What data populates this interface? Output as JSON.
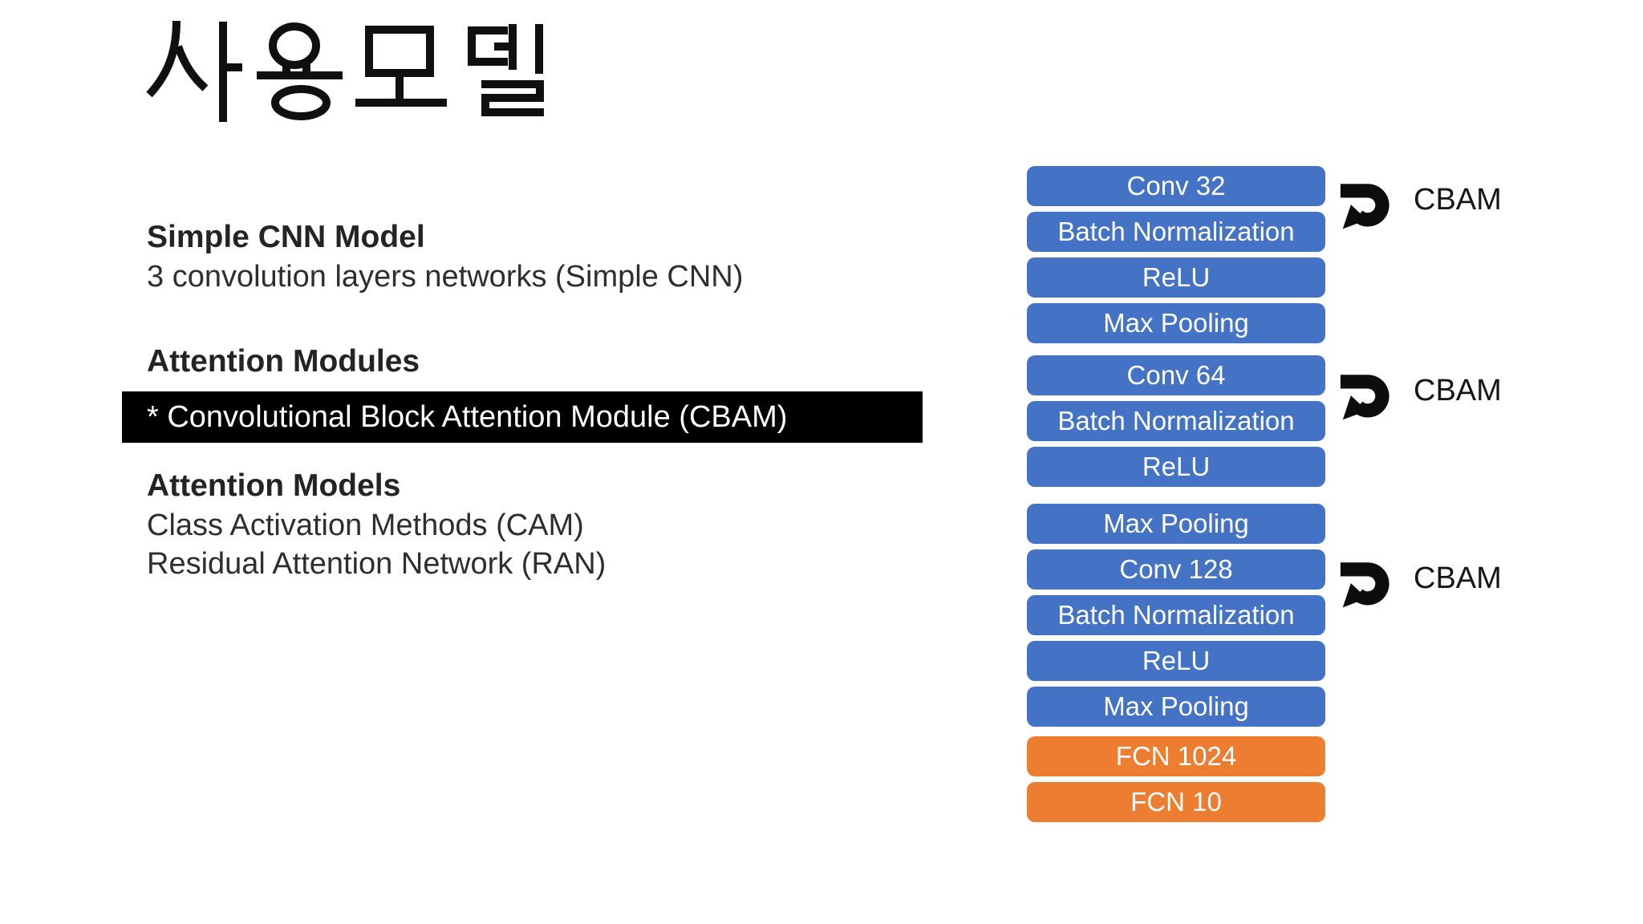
{
  "slide": {
    "title": "사용모델"
  },
  "sections": {
    "simple_cnn": {
      "heading": "Simple CNN Model",
      "body": "3 convolution layers networks (Simple CNN)"
    },
    "attention_modules": {
      "heading": "Attention Modules",
      "highlight": "* Convolutional Block Attention Module (CBAM)"
    },
    "attention_models": {
      "heading": "Attention Models",
      "line1": "Class Activation Methods (CAM)",
      "line2": "Residual Attention Network (RAN)"
    }
  },
  "diagram": {
    "layers": [
      {
        "label": "Conv 32",
        "type": "conv"
      },
      {
        "label": "Batch Normalization",
        "type": "conv"
      },
      {
        "label": "ReLU",
        "type": "conv"
      },
      {
        "label": "Max Pooling",
        "type": "conv"
      },
      {
        "label": "Conv 64",
        "type": "conv"
      },
      {
        "label": "Batch Normalization",
        "type": "conv"
      },
      {
        "label": "ReLU",
        "type": "conv"
      },
      {
        "label": "Max Pooling",
        "type": "conv"
      },
      {
        "label": "Conv 128",
        "type": "conv"
      },
      {
        "label": "Batch Normalization",
        "type": "conv"
      },
      {
        "label": "ReLU",
        "type": "conv"
      },
      {
        "label": "Max Pooling",
        "type": "conv"
      },
      {
        "label": "FCN 1024",
        "type": "fcn"
      },
      {
        "label": "FCN 10",
        "type": "fcn"
      }
    ],
    "cbam": [
      {
        "label": "CBAM"
      },
      {
        "label": "CBAM"
      },
      {
        "label": "CBAM"
      }
    ],
    "colors": {
      "conv_block": "#4472c4",
      "fcn_block": "#ed7d31",
      "highlight_bg": "#000000",
      "highlight_fg": "#ffffff",
      "arrow": "#0d0d0d"
    }
  }
}
